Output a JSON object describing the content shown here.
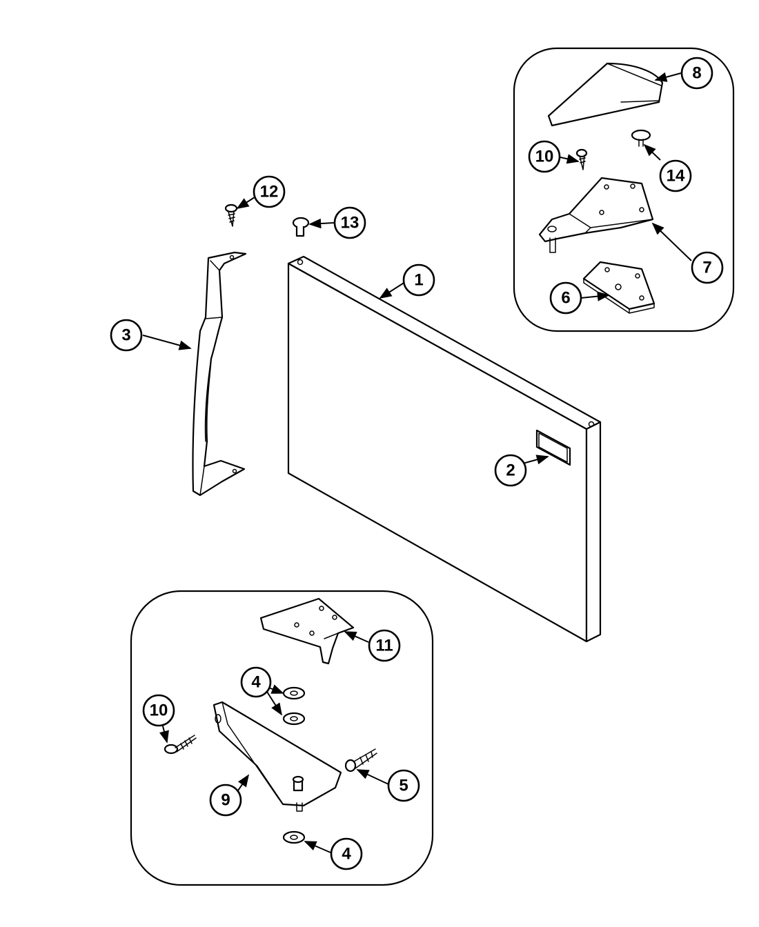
{
  "callouts": {
    "c1": "1",
    "c2": "2",
    "c3": "3",
    "c4a": "4",
    "c4b": "4",
    "c5": "5",
    "c6": "6",
    "c7": "7",
    "c8": "8",
    "c9": "9",
    "c10a": "10",
    "c10b": "10",
    "c11": "11",
    "c12": "12",
    "c13": "13",
    "c14": "14"
  }
}
